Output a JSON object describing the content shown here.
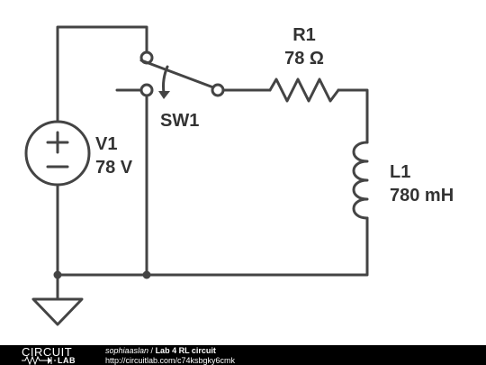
{
  "schematic": {
    "components": {
      "source": {
        "ref": "V1",
        "value": "78 V",
        "plus_symbol": "+",
        "minus_symbol": "−"
      },
      "switch": {
        "ref": "SW1"
      },
      "resistor": {
        "ref": "R1",
        "value": "78 Ω"
      },
      "inductor": {
        "ref": "L1",
        "value": "780 mH"
      }
    },
    "wire_color": "#444444",
    "label_color": "#333333"
  },
  "footer": {
    "logo_top": "CIRCUIT",
    "logo_bottom": "LAB",
    "author": "sophiaaslan",
    "separator": " / ",
    "title": "Lab 4 RL circuit",
    "url": "http://circuitlab.com/c74ksbgky6cmk",
    "background": "#000000"
  }
}
